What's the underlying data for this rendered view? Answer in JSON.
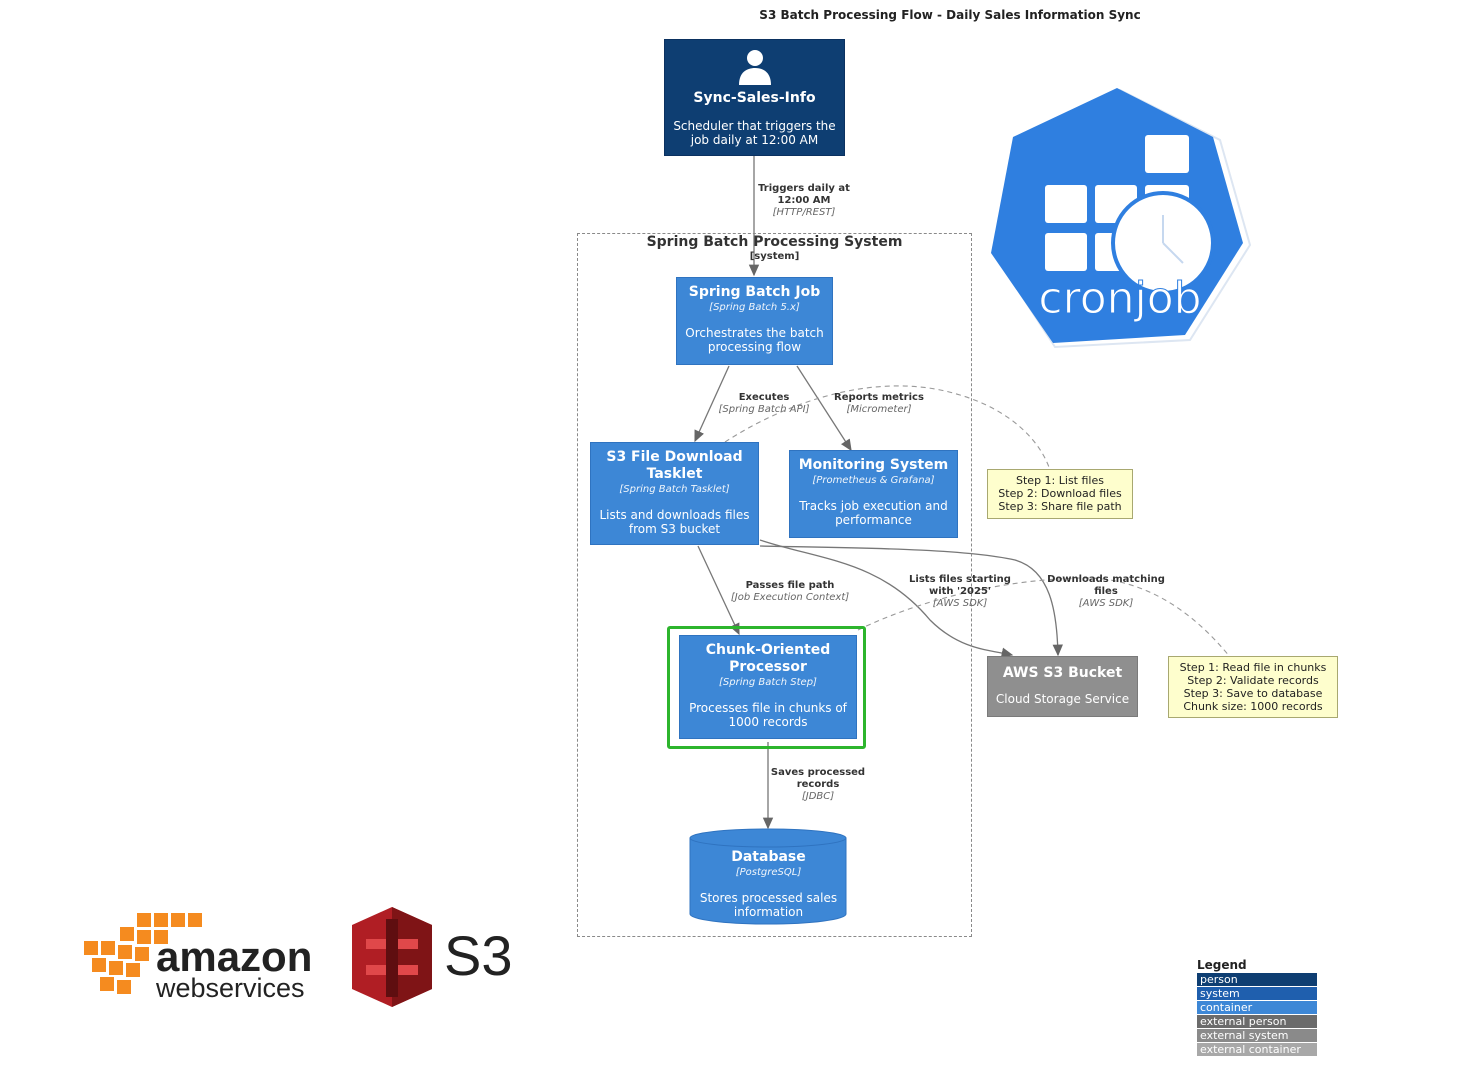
{
  "title": "S3 Batch Processing Flow - Daily Sales Information Sync",
  "boundary": {
    "title": "Spring Batch Processing System",
    "type": "[system]"
  },
  "nodes": {
    "sync": {
      "title": "Sync-Sales-Info",
      "desc": "Scheduler that triggers the job daily at 12:00 AM"
    },
    "job": {
      "title": "Spring Batch Job",
      "tech": "[Spring Batch 5.x]",
      "desc": "Orchestrates the batch processing flow"
    },
    "tasklet": {
      "title": "S3 File Download Tasklet",
      "tech": "[Spring Batch Tasklet]",
      "desc": "Lists and downloads files from S3 bucket"
    },
    "monitor": {
      "title": "Monitoring System",
      "tech": "[Prometheus & Grafana]",
      "desc": "Tracks job execution and performance"
    },
    "processor": {
      "title": "Chunk-Oriented Processor",
      "tech": "[Spring Batch Step]",
      "desc": "Processes file in chunks of 1000 records"
    },
    "s3": {
      "title": "AWS S3 Bucket",
      "desc": "Cloud Storage Service"
    },
    "db": {
      "title": "Database",
      "tech": "[PostgreSQL]",
      "desc": "Stores processed sales information"
    }
  },
  "edges": {
    "triggers": {
      "label": "Triggers daily at 12:00 AM",
      "tech": "[HTTP/REST]"
    },
    "executes": {
      "label": "Executes",
      "tech": "[Spring Batch API]"
    },
    "reports": {
      "label": "Reports metrics",
      "tech": "[Micrometer]"
    },
    "passes": {
      "label": "Passes file path",
      "tech": "[Job Execution Context]"
    },
    "lists": {
      "label": "Lists files starting with '2025'",
      "tech": "[AWS SDK]"
    },
    "downloads": {
      "label": "Downloads matching files",
      "tech": "[AWS SDK]"
    },
    "saves": {
      "label": "Saves processed records",
      "tech": "[JDBC]"
    }
  },
  "notes": {
    "tasklet_note": [
      "Step 1: List files",
      "Step 2: Download files",
      "Step 3: Share file path"
    ],
    "processor_note": [
      "Step 1: Read file in chunks",
      "Step 2: Validate records",
      "Step 3: Save to database",
      "Chunk size: 1000 records"
    ]
  },
  "legend": {
    "title": "Legend",
    "items": [
      {
        "label": "person",
        "color": "#0e3e72"
      },
      {
        "label": "system",
        "color": "#1f5fae"
      },
      {
        "label": "container",
        "color": "#3d87d6"
      },
      {
        "label": "external person",
        "color": "#6b6b6b"
      },
      {
        "label": "external system",
        "color": "#8a8a8a"
      },
      {
        "label": "external container",
        "color": "#a8a8a8"
      }
    ]
  },
  "logos": {
    "aws_line1": "amazon",
    "aws_line2": "webservices",
    "s3": "S3",
    "cron": "cronjob"
  },
  "colors": {
    "person": "#0e3e72",
    "container": "#3d87d6",
    "external": "#8f8f8f",
    "note": "#fefecd",
    "highlight": "#2db52d",
    "cron": "#2f7fe0"
  }
}
